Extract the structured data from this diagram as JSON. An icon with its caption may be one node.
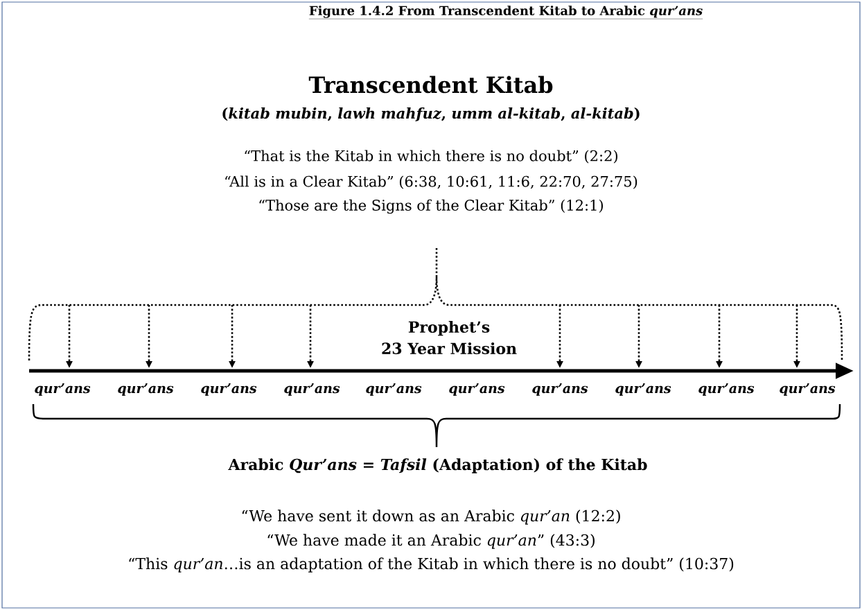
{
  "diagram": {
    "title": "Figure 1.4.2 From Transcendent Kitab to Arabic *qur’ans*",
    "labels": [
      "Transcendent Kitab",
      "(*kitab mubin*, *lawh mahfuz*, *umm al-kitab*, *al-kitab*)",
      "“That is the Kitab in which there is no doubt” (2:2)",
      "“All is in a Clear Kitab” (6:38, 10:61, 11:6, 22:70, 27:75)",
      "“Those are the Signs of the Clear Kitab” (12:1)",
      "Prophet’s 23 Year Mission",
      "qur’ans",
      "qur’ans",
      "qur’ans",
      "qur’ans",
      "qur’ans",
      "qur’ans",
      "qur’ans",
      "qur’ans",
      "qur’ans",
      "qur’ans",
      "Arabic *Qur’ans = Tafsil* (Adaptation) of the Kitab",
      "“We have sent it down as an Arabic *qur’an* (12:2)",
      "“We have made it an Arabic *qur’an*” (43:3)",
      "“This *qur’an*…is an adaptation of the Kitab in which there is no doubt” (10:37)"
    ]
  }
}
